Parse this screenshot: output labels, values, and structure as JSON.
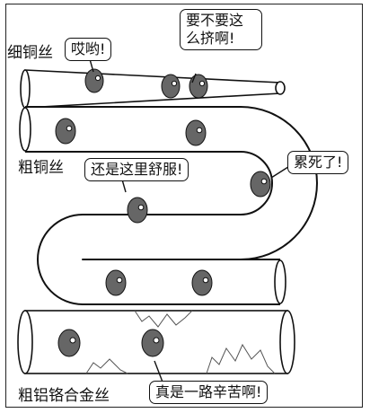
{
  "wires": {
    "thin_copper": "细铜丝",
    "thick_copper": "粗铜丝",
    "thick_aluminum": "粗铝铬合金丝"
  },
  "speech": {
    "ouch": "哎哟!",
    "so_crowded": "要不要这么挤啊!",
    "comfortable": "还是这里舒服!",
    "exhausted": "累死了!",
    "hard_road": "真是一路辛苦啊!"
  }
}
